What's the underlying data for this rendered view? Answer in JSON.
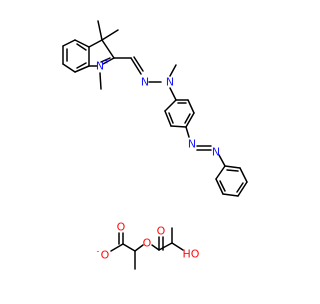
{
  "atoms": {
    "n_plus": "N",
    "charge_plus": "+",
    "n_hyd1": "N",
    "n_hyd2": "N",
    "n_azo1": "N",
    "n_azo2": "N",
    "o_minus": "O",
    "charge_minus": "-",
    "o_carbonyl1": "O",
    "o_ester": "O",
    "o_carbonyl2": "O",
    "hydroxyl": "HO"
  },
  "colors": {
    "bond": "#000000",
    "nitrogen": "#1a1aff",
    "oxygen": "#ff0d0d",
    "background": "#ffffff"
  }
}
